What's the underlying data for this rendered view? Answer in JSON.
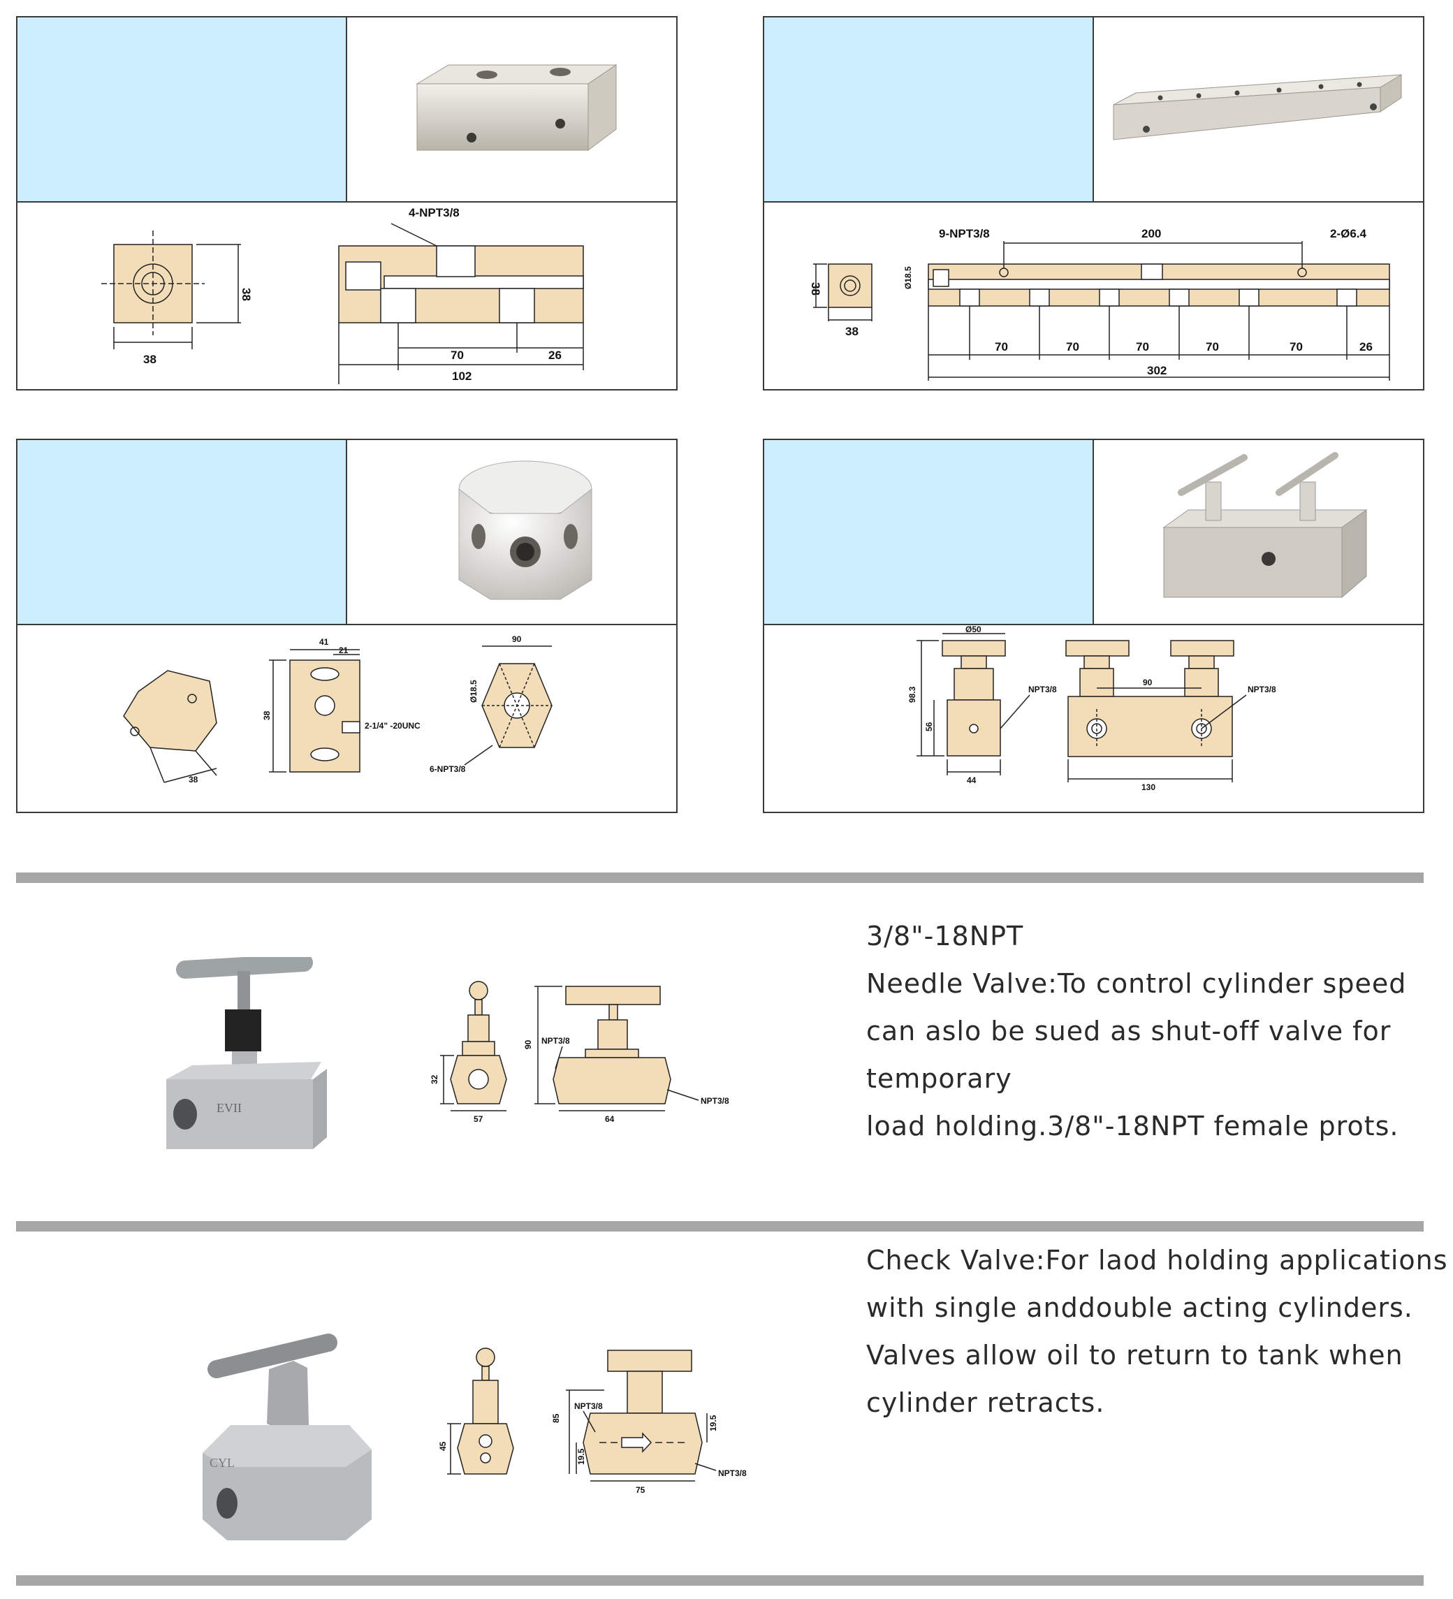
{
  "colors": {
    "panel_blue": "#cdeefd",
    "separator": "#a6a6a6",
    "drawing_fill": "#f1d9b5",
    "border": "#3a3a3a"
  },
  "panels": [
    {
      "id": "block-manifold-4-port",
      "labels": {
        "port": "4-NPT3/8",
        "w": "38",
        "h": "38",
        "len": "102",
        "pitch": "70",
        "end": "26"
      }
    },
    {
      "id": "bar-manifold-9-port",
      "labels": {
        "port": "9-NPT3/8",
        "span": "200",
        "mount": "2-Ø6.4",
        "dia": "Ø18.5",
        "w": "38",
        "h": "38",
        "p1": "70",
        "p2": "70",
        "p3": "70",
        "p4": "70",
        "p5": "70",
        "end": "26",
        "len": "302"
      }
    },
    {
      "id": "hex-manifold",
      "labels": {
        "w41": "41",
        "w21": "21",
        "unc": "2-1/4\" -20UNC",
        "h": "38",
        "hexw": "90",
        "dia": "Ø18.5",
        "port": "6-NPT3/8",
        "side": "38"
      }
    },
    {
      "id": "dual-valve-manifold",
      "labels": {
        "knob": "Ø50",
        "height": "98.3",
        "base": "56",
        "width": "44",
        "left_port": "NPT3/8",
        "right_port": "NPT3/8",
        "spacing": "90",
        "len": "130"
      }
    }
  ],
  "products": [
    {
      "id": "needle-valve",
      "lines": [
        "3/8\"-18NPT",
        "Needle Valve:To control cylinder speed",
        "can aslo be sued as shut-off valve for",
        "temporary",
        "load holding.3/8\"-18NPT female prots."
      ],
      "drawing": {
        "h": "32",
        "w": "57",
        "height": "90",
        "port_in": "NPT3/8",
        "port_out": "NPT3/8",
        "len": "64",
        "body_mark": "EVII"
      }
    },
    {
      "id": "check-valve",
      "lines": [
        "Check Valve:For laod holding applications",
        "with single anddouble acting cylinders.",
        "Valves allow oil to return to tank when",
        "cylinder retracts."
      ],
      "drawing": {
        "h": "45",
        "port_in": "NPT3/8",
        "port_out": "NPT3/8",
        "dia_a": "19.5",
        "dia_b": "19.5",
        "len": "75",
        "total": "85",
        "body_mark": "CYL"
      }
    }
  ]
}
